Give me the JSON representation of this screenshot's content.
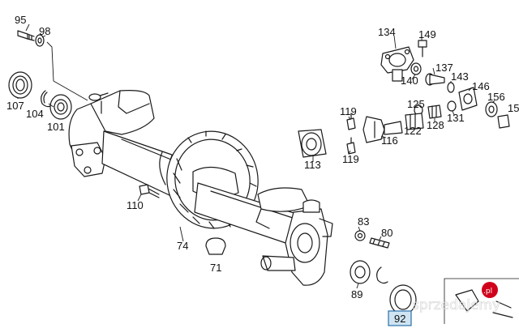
{
  "part_labels": [
    "95",
    "98",
    "107",
    "104",
    "101",
    "134",
    "149",
    "137",
    "140",
    "143",
    "146",
    "156",
    "15",
    "119",
    "125",
    "122",
    "128",
    "131",
    "116",
    "113",
    "110",
    "74",
    "71",
    "83",
    "80",
    "89",
    "92"
  ],
  "watermark": {
    "text": "sprzedajemy",
    "tld": ".pl"
  },
  "highlight_color": "#cfe4f2",
  "watermark_color": "#d0021b"
}
